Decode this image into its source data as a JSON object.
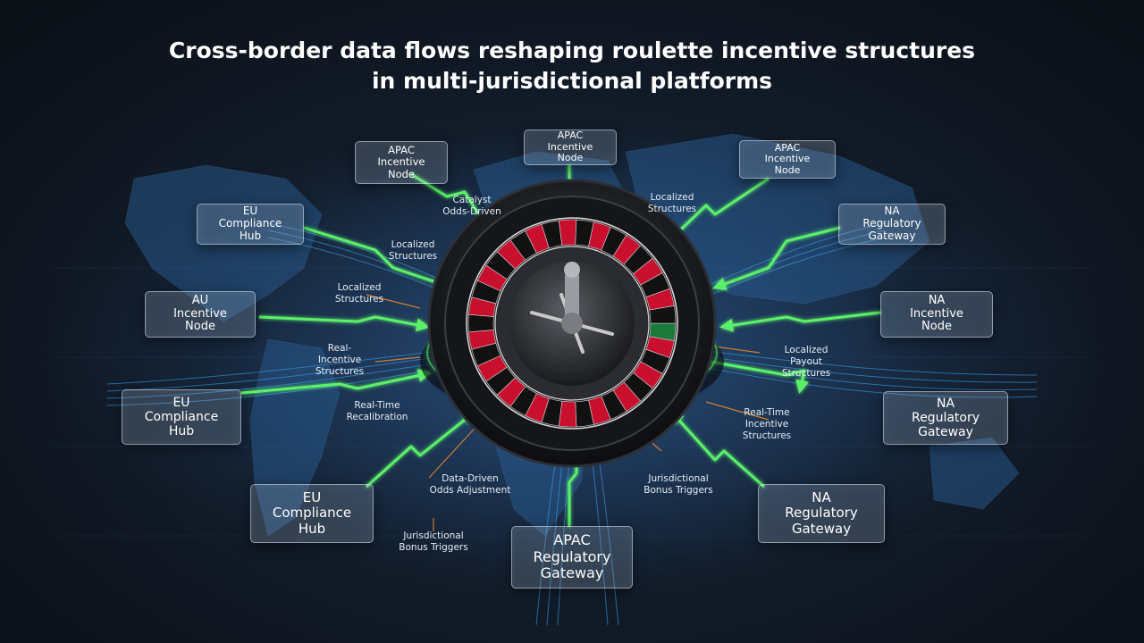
{
  "title": {
    "line1": "Cross-border data flows reshaping roulette incentive structures",
    "line2": "in multi-jurisdictional platforms"
  },
  "colors": {
    "background": "#121c2a",
    "flow_green": "#5cf06a",
    "flow_blue": "#3fa9f5",
    "flow_orange": "#f08a2a",
    "wheel_red": "#c8102e",
    "wheel_black": "#111111",
    "node_fill": "#afbed2"
  },
  "icons": [
    "roulette-wheel-icon",
    "world-map-icon"
  ],
  "nodes": [
    {
      "id": "apac-incentive-node-left",
      "lines": [
        "APAC",
        "Incentive",
        "Node"
      ]
    },
    {
      "id": "apac-incentive-node-top",
      "lines": [
        "APAC",
        "Incentive",
        "Node"
      ]
    },
    {
      "id": "apac-incentive-node-right",
      "lines": [
        "APAC",
        "Incentive",
        "Node"
      ]
    },
    {
      "id": "eu-compliance-hub-upper",
      "lines": [
        "EU",
        "Compliance",
        "Hub"
      ]
    },
    {
      "id": "na-regulatory-gateway-upper",
      "lines": [
        "NA",
        "Regulatory",
        "Gateway"
      ]
    },
    {
      "id": "au-incentive-node",
      "lines": [
        "AU",
        "Incentive",
        "Node"
      ]
    },
    {
      "id": "na-incentive-node",
      "lines": [
        "NA",
        "Incentive",
        "Node"
      ]
    },
    {
      "id": "eu-compliance-hub-middle",
      "lines": [
        "EU",
        "Compliance",
        "Hub"
      ]
    },
    {
      "id": "na-regulatory-gateway-middle",
      "lines": [
        "NA",
        "Regulatory",
        "Gateway"
      ]
    },
    {
      "id": "eu-compliance-hub-lower",
      "lines": [
        "EU",
        "Compliance",
        "Hub"
      ]
    },
    {
      "id": "na-regulatory-gateway-lower",
      "lines": [
        "NA",
        "Regulatory",
        "Gateway"
      ]
    },
    {
      "id": "apac-regulatory-gateway",
      "lines": [
        "APAC",
        "Regulatory",
        "Gateway"
      ]
    }
  ],
  "labels": [
    {
      "id": "catalyst-odds-driven",
      "lines": [
        "Catalyst",
        "Odds-Driven"
      ]
    },
    {
      "id": "localized-structures-top",
      "lines": [
        "Localized",
        "Structures"
      ]
    },
    {
      "id": "localized-structures-upper-left",
      "lines": [
        "Localized",
        "Structures"
      ]
    },
    {
      "id": "localized-structures-left",
      "lines": [
        "Localized",
        "Structures"
      ]
    },
    {
      "id": "real-incentive-structures",
      "lines": [
        "Real-",
        "Incentive",
        "Structures"
      ]
    },
    {
      "id": "localized-payout-structures",
      "lines": [
        "Localized",
        "Payout",
        "Structures"
      ]
    },
    {
      "id": "real-time-recalibration",
      "lines": [
        "Real-Time",
        "Recalibration"
      ]
    },
    {
      "id": "real-time-incentive-structures",
      "lines": [
        "Real-Time",
        "Incentive",
        "Structures"
      ]
    },
    {
      "id": "data-driven-odds-adjustment",
      "lines": [
        "Data-Driven",
        "Odds Adjustment"
      ]
    },
    {
      "id": "jurisdictional-bonus-triggers-right",
      "lines": [
        "Jurisdictional",
        "Bonus Triggers"
      ]
    },
    {
      "id": "jurisdictional-bonus-triggers-left",
      "lines": [
        "Jurisdictional",
        "Bonus Triggers"
      ]
    }
  ]
}
